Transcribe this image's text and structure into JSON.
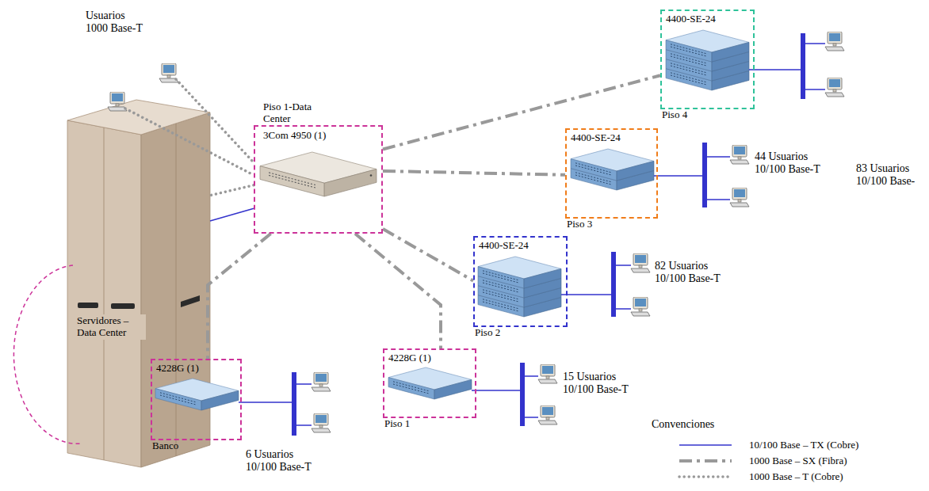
{
  "diagram": {
    "nodes": [
      {
        "text": [
          "Piso 1-Data Center",
          "3Com 4950 (1)"
        ]
      },
      {
        "text": [
          "4400-SE-24",
          "Piso 4"
        ]
      },
      {
        "text": [
          "4400-SE-24",
          "Piso 3"
        ]
      },
      {
        "text": [
          "4400-SE-24",
          "Piso 2"
        ]
      },
      {
        "text": [
          "4228G (1)",
          "Piso 1"
        ]
      },
      {
        "text": [
          "Servidores – Data Center"
        ]
      },
      {
        "text": [
          "4228G (1)",
          "Banco"
        ]
      }
    ],
    "edges": [
      {
        "from": 0,
        "to": 1,
        "arrow": "none"
      },
      {
        "from": 0,
        "to": 2,
        "arrow": "none"
      },
      {
        "from": 0,
        "to": 3,
        "arrow": "none"
      },
      {
        "from": 0,
        "to": 4,
        "arrow": "none"
      },
      {
        "from": 0,
        "to": 5,
        "arrow": "none"
      },
      {
        "from": 0,
        "to": 5,
        "arrow": "none"
      },
      {
        "from": 0,
        "to": 6,
        "arrow": "none"
      }
    ],
    "labels": [
      "Usuarios 1000 Base-T",
      "44 Usuarios 10/100 Base-T",
      "83 Usuarios 10/100 Base-",
      "82 Usuarios 10/100 Base-T",
      "15 Usuarios 10/100 Base-T",
      "6 Usuarios 10/100 Base-T",
      "Convenciones"
    ],
    "legend": [
      {
        "text": "10/100 Base – TX (Cobre)"
      },
      {
        "text": "1000 Base – SX (Fibra)"
      },
      {
        "text": "1000 Base – T (Cobre)"
      }
    ]
  }
}
